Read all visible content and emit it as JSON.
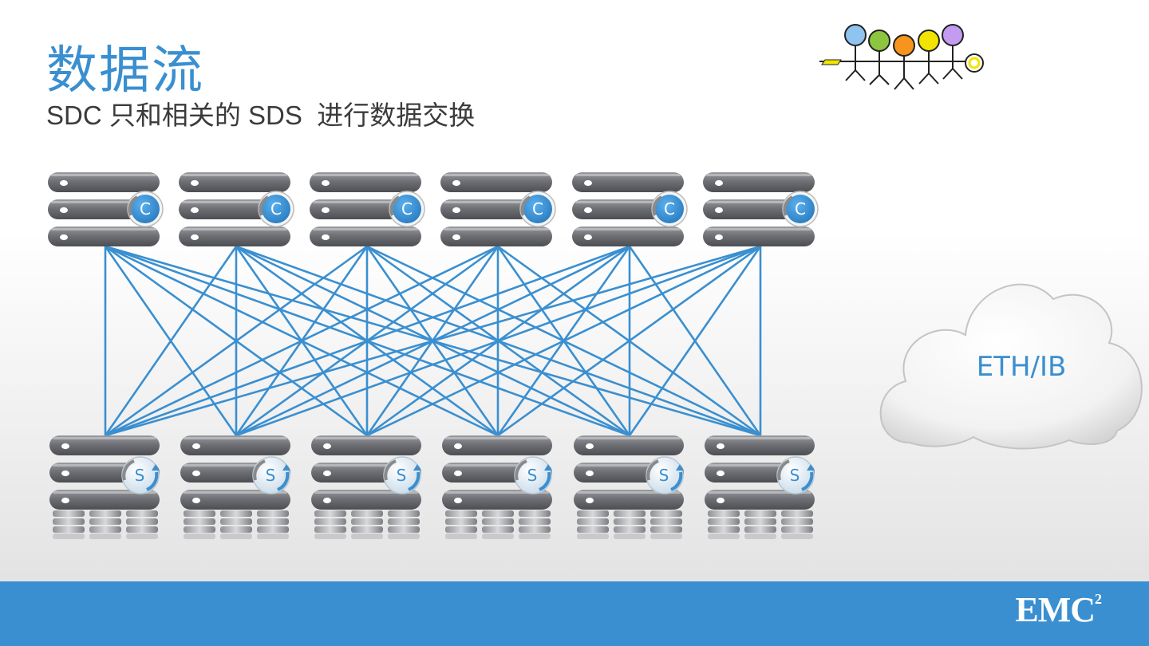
{
  "slide": {
    "title": "数据流",
    "subtitle": "SDC 只和相关的 SDS  进行数据交换"
  },
  "diagram": {
    "clients": [
      {
        "badge": "C"
      },
      {
        "badge": "C"
      },
      {
        "badge": "C"
      },
      {
        "badge": "C"
      },
      {
        "badge": "C"
      },
      {
        "badge": "C"
      }
    ],
    "servers": [
      {
        "badge": "S"
      },
      {
        "badge": "S"
      },
      {
        "badge": "S"
      },
      {
        "badge": "S"
      },
      {
        "badge": "S"
      },
      {
        "badge": "S"
      }
    ],
    "cloud_label": "ETH/IB",
    "colors": {
      "accent": "#3a8fd0",
      "link": "#3a8fd0",
      "server_gray": "#6e7075"
    }
  },
  "footer": {
    "logo_text": "EMC",
    "logo_sup": "2"
  },
  "icons": {
    "people": "people-group-icon"
  }
}
